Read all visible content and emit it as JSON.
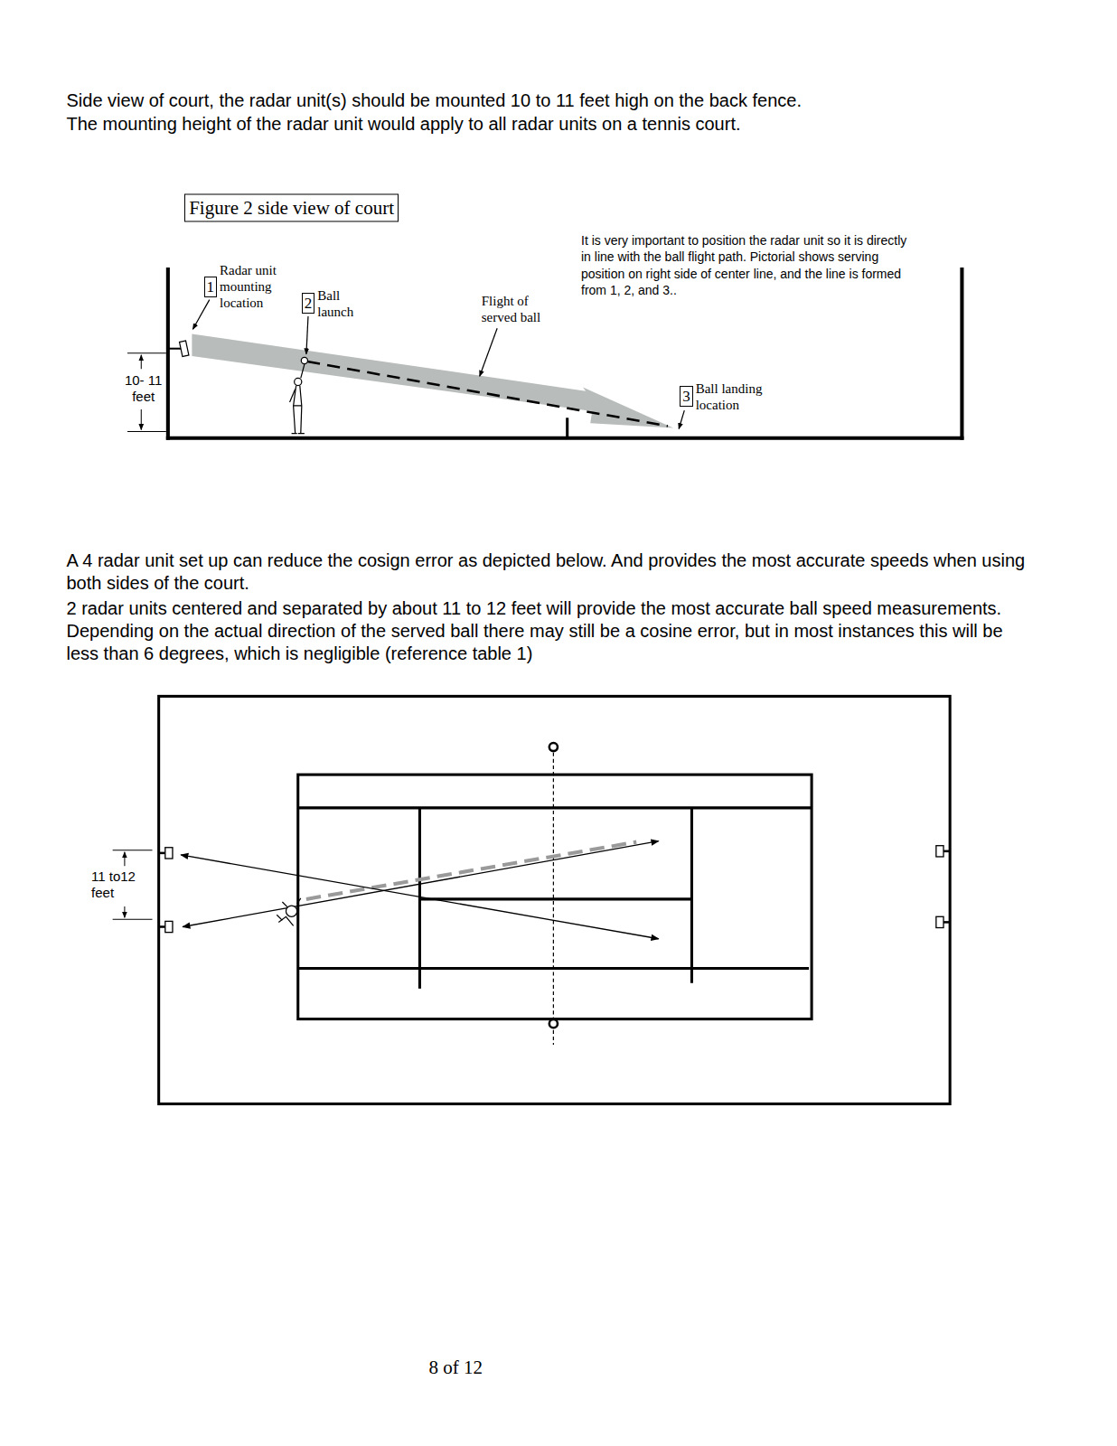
{
  "diagram": {
    "nodes": [
      {
        "text": [
          "Figure 2 side view of court"
        ]
      },
      {
        "text": [
          "1",
          "Radar unit mounting location"
        ]
      },
      {
        "text": [
          "2",
          "Ball launch"
        ]
      },
      {
        "text": [
          "3",
          "Ball landing location"
        ]
      }
    ],
    "labels": [
      "Side view of court, the radar unit(s) should be mounted 10 to 11 feet high on the back fence.",
      "The mounting height of the radar unit would apply to all radar units on a tennis court.",
      "10- 11 feet",
      "Flight of served ball",
      "It is very important to position the radar unit so it is directly in line with the ball flight path. Pictorial shows serving position on right side of center line, and the line is formed from 1, 2, and 3..",
      "A 4 radar unit set up can reduce the cosign error as depicted below. And provides the most accurate speeds when using both sides of the court.",
      "2 radar units centered and separated by about 11 to 12 feet will provide the most accurate ball speed measurements. Depending on the actual direction of the served ball there may still be a cosine error, but in most instances this will be less than 6 degrees, which is negligible (reference table 1)",
      "11 to12 feet",
      "8 of 12"
    ]
  }
}
